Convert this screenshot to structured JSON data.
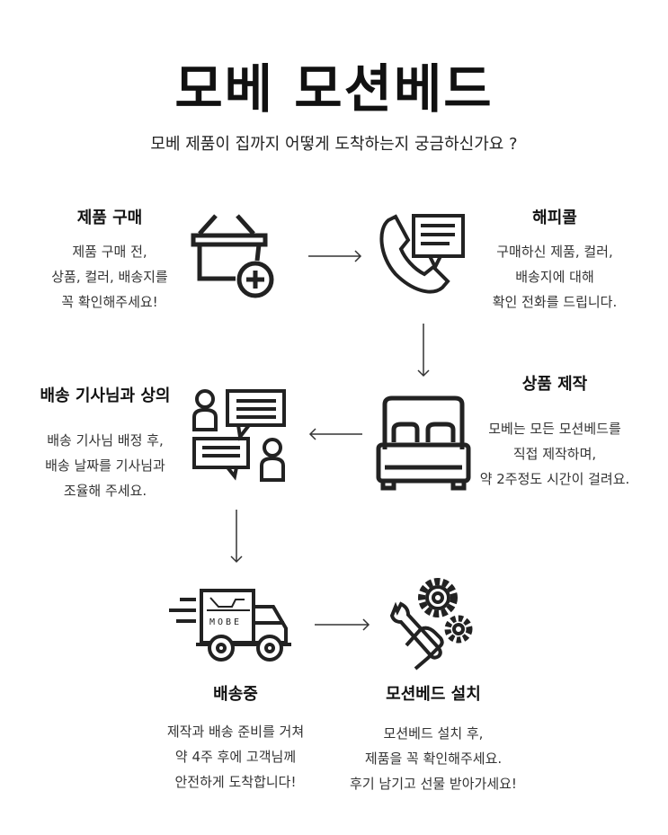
{
  "title": "모베 모션베드",
  "subtitle": "모베 제품이 집까지 어떻게 도착하는지 궁금하신가요 ?",
  "steps": [
    {
      "heading": "제품 구매",
      "lines": [
        "제품 구매 전,",
        "상품, 컬러, 배송지를",
        "꼭 확인해주세요!"
      ],
      "icon": "shopping-basket-plus-icon"
    },
    {
      "heading": "해피콜",
      "lines": [
        "구매하신 제품, 컬러,",
        "배송지에 대해",
        "확인 전화를 드립니다."
      ],
      "icon": "phone-message-icon"
    },
    {
      "heading": "상품 제작",
      "lines": [
        "모베는 모든 모션베드를",
        "직접 제작하며,",
        "약 2주정도 시간이 걸려요."
      ],
      "icon": "bed-icon"
    },
    {
      "heading": "배송 기사님과 상의",
      "lines": [
        "배송 기사님 배정 후,",
        "배송 날짜를 기사님과",
        "조율해 주세요."
      ],
      "icon": "chat-people-icon"
    },
    {
      "heading": "배송중",
      "lines": [
        "제작과 배송 준비를 거쳐",
        "약 4주 후에 고객님께",
        "안전하게 도착합니다!"
      ],
      "icon": "delivery-truck-icon"
    },
    {
      "heading": "모션베드 설치",
      "lines": [
        "모션베드 설치 후,",
        "제품을 꼭 확인해주세요.",
        "후기 남기고 선물 받아가세요!"
      ],
      "icon": "gears-wrench-icon"
    }
  ],
  "truck_label": "MOBE"
}
